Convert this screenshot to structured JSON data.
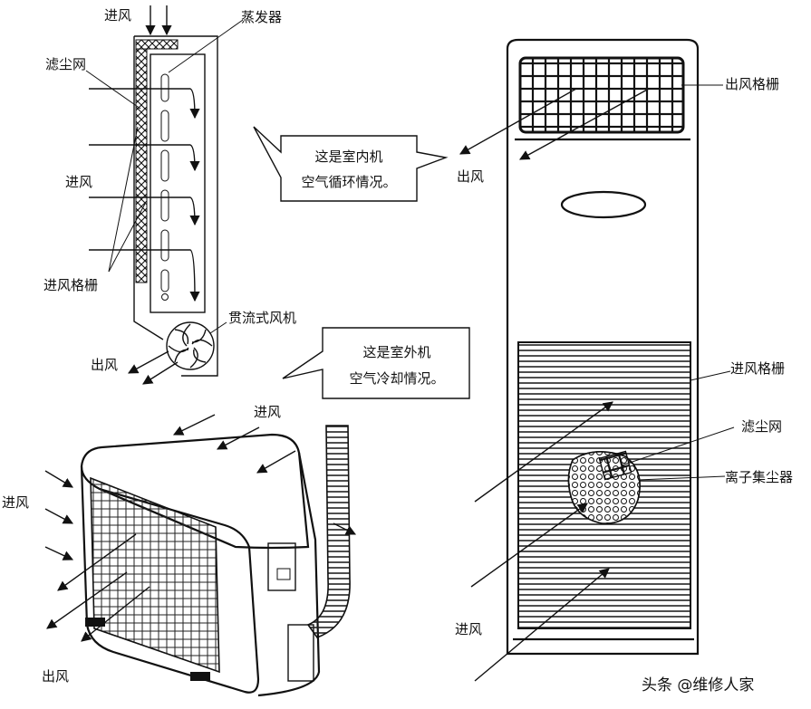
{
  "indoor_section": {
    "intake_top": "进风",
    "evaporator": "蒸发器",
    "dust_filter": "滤尘网",
    "intake_side": "进风",
    "intake_grille": "进风格栅",
    "crossflow_fan": "贯流式风机",
    "outlet": "出风"
  },
  "callouts": {
    "indoor": [
      "这是室内机",
      "空气循环情况。"
    ],
    "outdoor": [
      "这是室外机",
      "空气冷却情况。"
    ]
  },
  "outdoor_section": {
    "intake_top": "进风",
    "intake_left": "进风",
    "outlet": "出风"
  },
  "cabinet_section": {
    "outlet_grille": "出风格栅",
    "outlet": "出风",
    "intake_grille": "进风格栅",
    "dust_filter": "滤尘网",
    "ion_collector": "离子集尘器",
    "intake": "进风"
  },
  "watermark": "头条 @维修人家"
}
